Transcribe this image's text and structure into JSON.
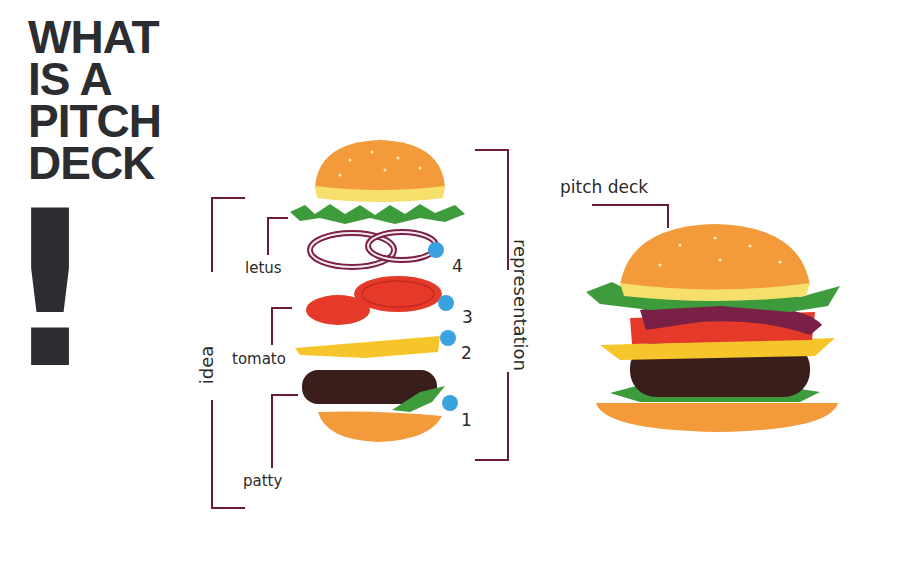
{
  "diagram": {
    "title": "WHAT IS A PITCH DECK",
    "labels": [
      "letus",
      "tomato",
      "patty",
      "idea",
      "representation",
      "1",
      "2",
      "3",
      "4",
      "pitch deck",
      "!"
    ]
  }
}
